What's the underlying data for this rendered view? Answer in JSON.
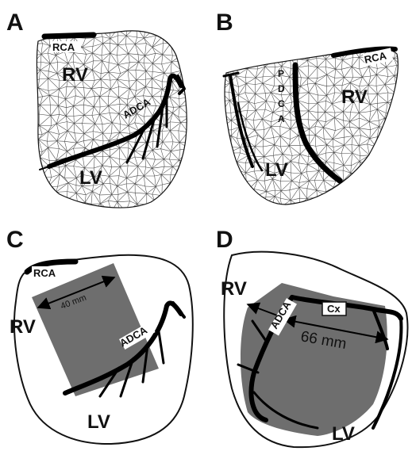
{
  "panels": {
    "A": {
      "letter": "A",
      "labels": {
        "rv": "RV",
        "lv": "LV",
        "rca": "RCA",
        "adca": "ADCA"
      }
    },
    "B": {
      "letter": "B",
      "labels": {
        "rv": "RV",
        "lv": "LV",
        "rca": "RCA",
        "pdca": [
          "P",
          "D",
          "C",
          "A"
        ]
      }
    },
    "C": {
      "letter": "C",
      "labels": {
        "rv": "RV",
        "lv": "LV",
        "rca": "RCA",
        "adca": "ADCA",
        "measurement": "40 mm"
      }
    },
    "D": {
      "letter": "D",
      "labels": {
        "rv": "RV",
        "lv": "LV",
        "adca": "ADCA",
        "cx": "Cx",
        "measurement": "66 mm"
      }
    }
  },
  "colors": {
    "ischemic_region": "#6e6e6e",
    "vessel": "#000000",
    "outline": "#111111",
    "mesh": "#444444"
  }
}
